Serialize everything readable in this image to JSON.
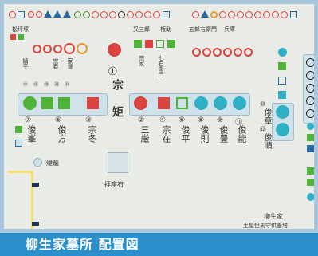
{
  "title_caption": "柳生家墓所 配置図",
  "labels": {
    "muneyoshi_num": "①",
    "muneyoshi_name": "宗 矩",
    "entrance_note": "柳生家墓所",
    "haiza": "拝座石",
    "tourou": "燈籠",
    "yagyu_stone": "柳生家",
    "yagyu_sub": "土屋但馬守供養塔"
  },
  "bottom_row": [
    {
      "num": "⑦",
      "name": "俊峯"
    },
    {
      "num": "⑤",
      "name": "俊方"
    },
    {
      "num": "③",
      "name": "宗冬"
    },
    {
      "num": "②",
      "name": "三厳"
    },
    {
      "num": "④",
      "name": "宗在"
    },
    {
      "num": "⑥",
      "name": "俊平"
    },
    {
      "num": "⑧",
      "name": "俊則"
    },
    {
      "num": "⑨",
      "name": "俊豊"
    },
    {
      "num": "⑪",
      "name": "俊能"
    }
  ],
  "right_col": [
    {
      "num": "⑩",
      "name": "俊章"
    },
    {
      "num": "⑫",
      "name": "俊順"
    }
  ],
  "top_small_labels": [
    "松坪塚",
    "嫡子",
    "宗春",
    "家督",
    "又三郎",
    "権助",
    "宗家",
    "七右衛門",
    "五郎右衛門",
    "兵庫"
  ],
  "colors": {
    "red": "#d9443f",
    "green": "#4fb338",
    "cyan": "#2fb0c4",
    "blue": "#2b6aa0",
    "orange": "#e39c2a",
    "caption_bg": "#2b8fcb",
    "frame": "#a9c6dd"
  }
}
